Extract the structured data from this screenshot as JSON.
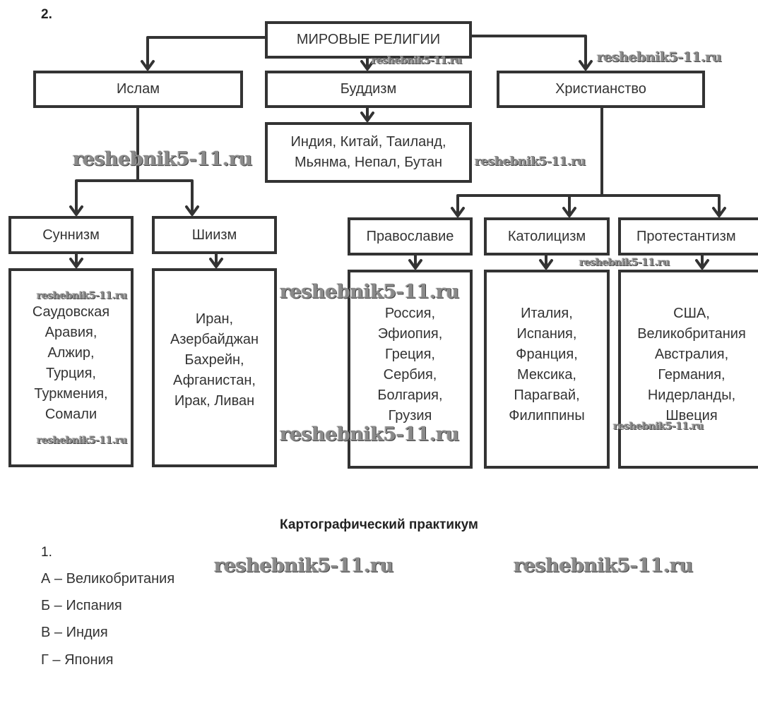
{
  "task2": {
    "number": "2.",
    "root": "МИРОВЫЕ РЕЛИГИИ",
    "religions": {
      "islam": "Ислам",
      "buddhism": "Буддизм",
      "christianity": "Христианство"
    },
    "buddhism_countries": [
      "Индия, Китай, Таиланд,",
      "Мьянма, Непал, Бутан"
    ],
    "islam_branches": [
      {
        "name": "Суннизм",
        "countries": [
          "Саудовская",
          "Аравия,",
          "Алжир,",
          "Турция,",
          "Туркмения,",
          "Сомали"
        ]
      },
      {
        "name": "Шиизм",
        "countries": [
          "Иран,",
          "Азербайджан",
          "Бахрейн,",
          "Афганистан,",
          "Ирак, Ливан"
        ]
      }
    ],
    "christianity_branches": [
      {
        "name": "Православие",
        "countries": [
          "Россия,",
          "Эфиопия,",
          "Греция,",
          "Сербия,",
          "Болгария,",
          "Грузия"
        ]
      },
      {
        "name": "Католицизм",
        "countries": [
          "Италия,",
          "Испания,",
          "Франция,",
          "Мексика,",
          "Парагвай,",
          "Филиппины"
        ]
      },
      {
        "name": "Протестантизм",
        "countries": [
          "США,",
          "Великобритания",
          "Австралия,",
          "Германия,",
          "Нидерланды,",
          "Швеция"
        ]
      }
    ]
  },
  "practicum": {
    "title": "Картографический практикум",
    "task_number": "1.",
    "answers": [
      "А – Великобритания",
      "Б – Испания",
      "В – Индия",
      "Г – Япония"
    ]
  },
  "watermark": "reshebnik5-11.ru",
  "colors": {
    "line": "#333333",
    "text": "#333333",
    "watermark": "#8a8a8a"
  }
}
